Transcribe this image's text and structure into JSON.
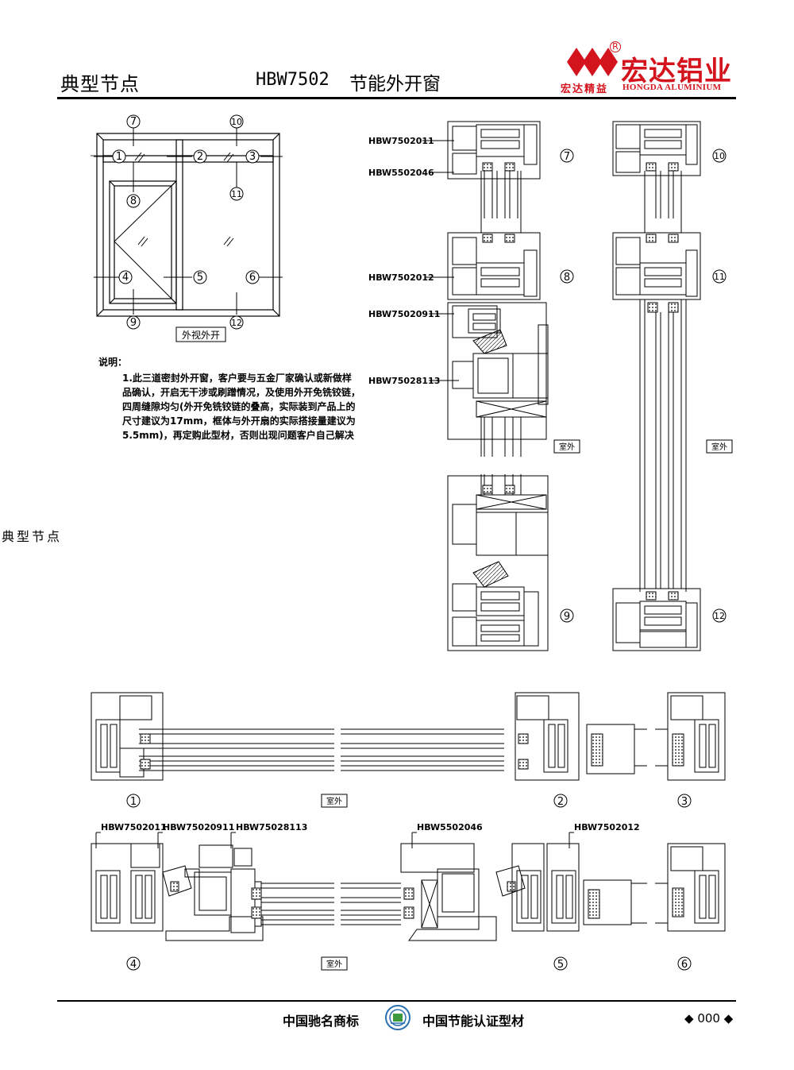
{
  "header": {
    "title": "典型节点",
    "model": "HBW7502",
    "product_name": "节能外开窗"
  },
  "brand": {
    "name_cn": "宏达铝业",
    "slogan_cn": "宏达精益",
    "name_en": "HONGDA ALUMINIUM",
    "registered_mark": "R",
    "color": "#d4141c"
  },
  "elevation": {
    "view_label": "外视外开",
    "callouts": [
      "1",
      "2",
      "3",
      "4",
      "5",
      "6",
      "7",
      "8",
      "9",
      "10",
      "11",
      "12"
    ]
  },
  "notes": {
    "title": "说明：",
    "body": "1.此三道密封外开窗，客户要与五金厂家确认或新做样品确认，开启无干涉或刷蹭情况，及使用外开免铣铰链，四周缝隙均匀(外开免铣铰链的叠高，实际装到产品上的尺寸建议为17mm，框体与外开扇的实际搭接量建议为5.5mm)，再定购此型材，否则出现问题客户自己解决"
  },
  "side_label": "典型节点",
  "vertical_sections": {
    "parts": [
      "HBW7502011",
      "HBW5502046",
      "HBW7502012",
      "HBW75020911",
      "HBW75028113"
    ],
    "outdoor_label": "室外",
    "node_labels": [
      "7",
      "8",
      "9",
      "10",
      "11",
      "12"
    ]
  },
  "horizontal_sections": {
    "outdoor_label": "室外",
    "top_row_labels": [
      "1",
      "2",
      "3"
    ],
    "bottom_row_labels": [
      "4",
      "5",
      "6"
    ],
    "bottom_parts": [
      "HBW7502011",
      "HBW75020911",
      "HBW75028113",
      "HBW5502046",
      "HBW7502012"
    ]
  },
  "footer": {
    "left_text": "中国驰名商标",
    "right_text": "中国节能认证型材",
    "page": "000"
  }
}
